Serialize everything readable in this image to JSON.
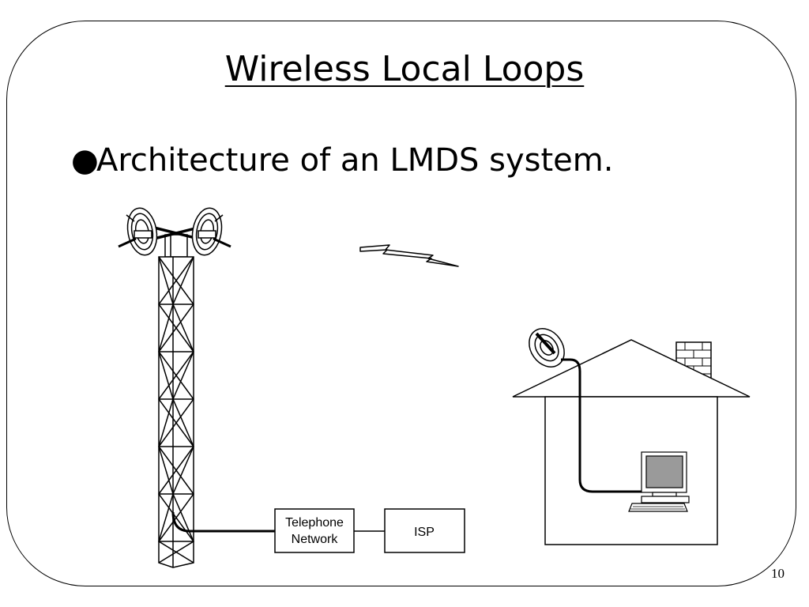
{
  "slide": {
    "title": "Wireless Local Loops",
    "bullet": "Architecture of an LMDS system.",
    "bullet_marker": "●",
    "page_number": "10"
  },
  "diagram": {
    "telephone_network_line1": "Telephone",
    "telephone_network_line2": "Network",
    "isp_label": "ISP"
  }
}
